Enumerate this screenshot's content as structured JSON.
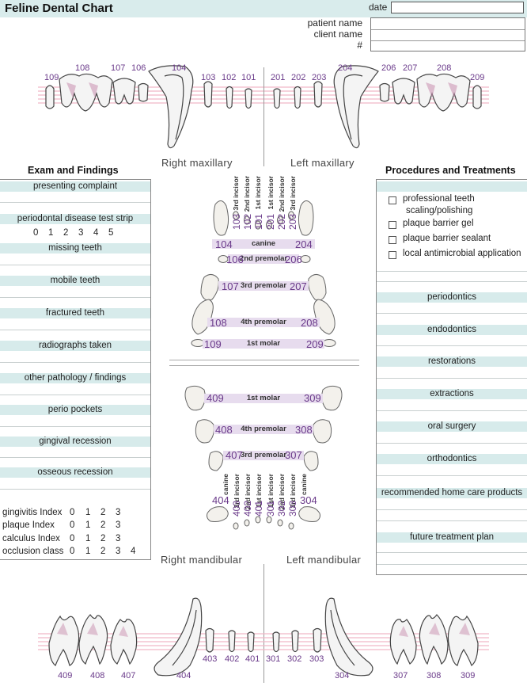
{
  "header": {
    "title": "Feline Dental Chart",
    "date_label": "date",
    "patient_label": "patient name",
    "client_label": "client name",
    "number_label": "#"
  },
  "quadrants": {
    "right_maxillary": "Right maxillary",
    "left_maxillary": "Left maxillary",
    "right_mandibular": "Right mandibular",
    "left_mandibular": "Left mandibular"
  },
  "upper_teeth": {
    "t109": "109",
    "t108": "108",
    "t107": "107",
    "t106": "106",
    "t104": "104",
    "t103": "103",
    "t102": "102",
    "t101": "101",
    "t201": "201",
    "t202": "202",
    "t203": "203",
    "t204": "204",
    "t206": "206",
    "t207": "207",
    "t208": "208",
    "t209": "209"
  },
  "lower_teeth": {
    "t409": "409",
    "t408": "408",
    "t407": "407",
    "t404": "404",
    "t403": "403",
    "t402": "402",
    "t401": "401",
    "t301": "301",
    "t302": "302",
    "t303": "303",
    "t304": "304",
    "t307": "307",
    "t308": "308",
    "t309": "309"
  },
  "exam": {
    "title": "Exam and Findings",
    "presenting_complaint": "presenting complaint",
    "perio_test_strip": "periodontal disease test strip",
    "strip_scores": [
      "0",
      "1",
      "2",
      "3",
      "4",
      "5"
    ],
    "missing_teeth": "missing teeth",
    "mobile_teeth": "mobile teeth",
    "fractured_teeth": "fractured teeth",
    "radiographs_taken": "radiographs taken",
    "other_pathology": "other pathology / findings",
    "perio_pockets": "perio pockets",
    "gingival_recession": "gingival recession",
    "osseous_recession": "osseous recession",
    "gingivitis_index": "gingivitis Index",
    "plaque_index": "plaque Index",
    "calculus_index": "calculus Index",
    "occlusion_class": "occlusion class",
    "index_scores": [
      "0",
      "1",
      "2",
      "3"
    ],
    "occlusion_scores": [
      "0",
      "1",
      "2",
      "3",
      "4"
    ]
  },
  "procedures": {
    "title": "Procedures and Treatments",
    "items": [
      "professional teeth",
      "scaling/polishing",
      "plaque barrier gel",
      "plaque barrier sealant",
      "local antimicrobial application"
    ],
    "periodontics": "periodontics",
    "endodontics": "endodontics",
    "restorations": "restorations",
    "extractions": "extractions",
    "oral_surgery": "oral surgery",
    "orthodontics": "orthodontics",
    "home_care": "recommended home care products",
    "future_plan": "future treatment plan"
  },
  "occlusal_upper": {
    "incisor3": "3rd incisor",
    "incisor2": "2nd incisor",
    "incisor1": "1st incisor",
    "canine": "canine",
    "premolar2": "2nd premolar",
    "premolar3": "3rd premolar",
    "premolar4": "4th premolar",
    "molar1": "1st molar",
    "n103": "103",
    "n102": "102",
    "n101": "101",
    "n201": "201",
    "n202": "202",
    "n203": "203",
    "n104": "104",
    "n204": "204",
    "n106": "106",
    "n206": "206",
    "n107": "107",
    "n207": "207",
    "n108": "108",
    "n208": "208",
    "n109": "109",
    "n209": "209"
  },
  "occlusal_lower": {
    "molar1": "1st molar",
    "premolar4": "4th premolar",
    "premolar3": "3rd premolar",
    "canine": "canine",
    "incisor3": "3rd incisor",
    "incisor2": "2nd incisor",
    "incisor1": "1st incisor",
    "n409": "409",
    "n309": "309",
    "n408": "408",
    "n308": "308",
    "n407": "407",
    "n307": "307",
    "n404": "404",
    "n304": "304",
    "n403": "403",
    "n402": "402",
    "n401": "401",
    "n301": "301",
    "n302": "302",
    "n303": "303"
  },
  "colors": {
    "stripe": "#d7ebeb",
    "tooth_number": "#6a3a8a",
    "label_bar": "#e7dcee",
    "gum_line": "#f0b8c8"
  }
}
